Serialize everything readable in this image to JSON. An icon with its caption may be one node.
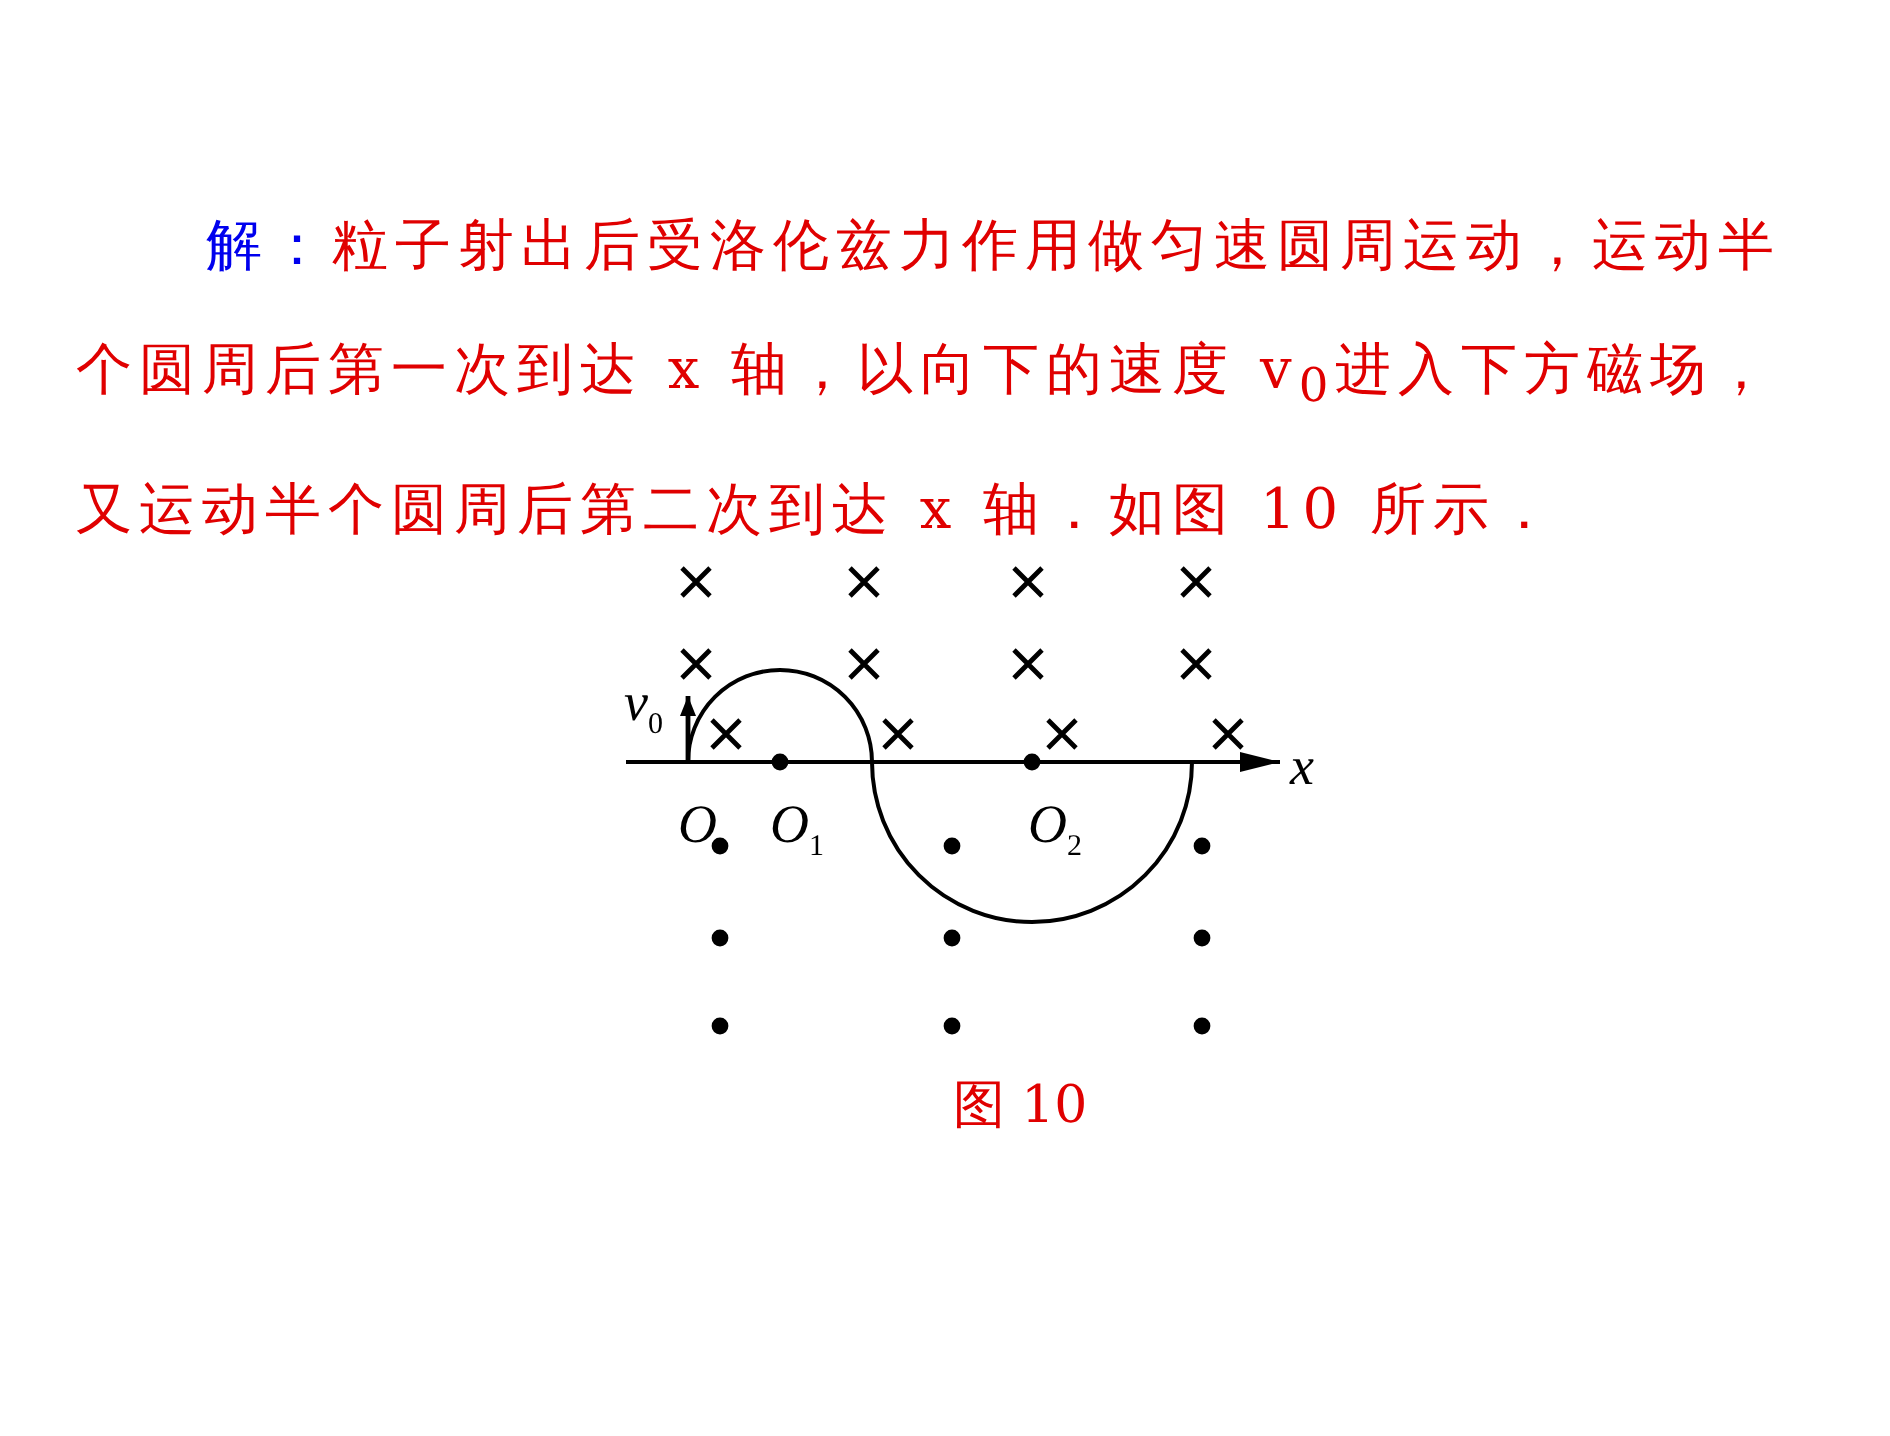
{
  "diagram": {
    "caption": "图 10",
    "labels": [
      "解：",
      "粒子射出后受洛伦兹力作用做匀速圆周运动，运动半个圆周后第一次到达 x 轴，以向下的速度 v$_{0}$进入下方磁场，又运动半个圆周后第二次到达 x 轴．如图 10 所示．",
      "v$_{0}$",
      "O",
      "O$_{1}$",
      "O$_{2}$",
      "x"
    ]
  }
}
